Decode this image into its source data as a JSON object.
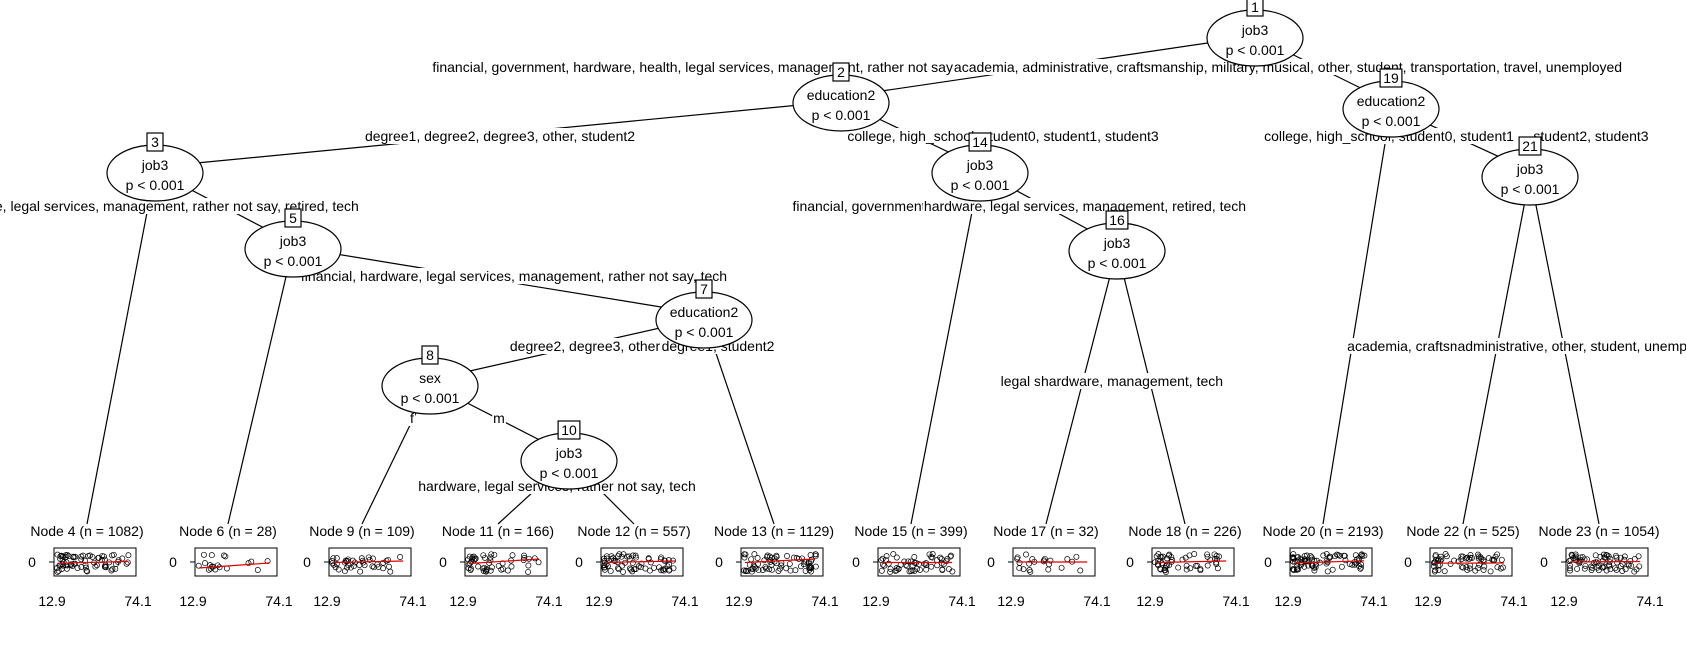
{
  "nodes": [
    {
      "id": "1",
      "variable": "job3",
      "pvalue": "p < 0.001"
    },
    {
      "id": "2",
      "variable": "education2",
      "pvalue": "p < 0.001"
    },
    {
      "id": "3",
      "variable": "job3",
      "pvalue": "p < 0.001"
    },
    {
      "id": "5",
      "variable": "job3",
      "pvalue": "p < 0.001"
    },
    {
      "id": "7",
      "variable": "education2",
      "pvalue": "p < 0.001"
    },
    {
      "id": "8",
      "variable": "sex",
      "pvalue": "p < 0.001"
    },
    {
      "id": "10",
      "variable": "job3",
      "pvalue": "p < 0.001"
    },
    {
      "id": "14",
      "variable": "job3",
      "pvalue": "p < 0.001"
    },
    {
      "id": "16",
      "variable": "job3",
      "pvalue": "p < 0.001"
    },
    {
      "id": "19",
      "variable": "education2",
      "pvalue": "p < 0.001"
    },
    {
      "id": "21",
      "variable": "job3",
      "pvalue": "p < 0.001"
    }
  ],
  "edges": [
    {
      "from": "1",
      "to": "2",
      "label": "financial, government, hardware, health, legal services, management, rather not say, retired, tech"
    },
    {
      "from": "1",
      "to": "19",
      "label": "academia, administrative, craftsmanship, military, musical, other, student, transportation, travel, unemployed"
    },
    {
      "from": "2",
      "to": "3",
      "label": "degree1, degree2, degree3, other, student2"
    },
    {
      "from": "2",
      "to": "14",
      "label": "college, high_school, student0, student1, student3"
    },
    {
      "from": "3",
      "to": "4",
      "label": "financial, hardware, legal services, management, rather not say, retired, tech"
    },
    {
      "from": "3",
      "to": "5",
      "label": ""
    },
    {
      "from": "5",
      "to": "6",
      "label": ""
    },
    {
      "from": "5",
      "to": "7",
      "label": "financial, hardware, legal services, management, rather not say, tech"
    },
    {
      "from": "7",
      "to": "8",
      "label": "degree2, degree3, other"
    },
    {
      "from": "7",
      "to": "13",
      "label": "degree1, student2"
    },
    {
      "from": "8",
      "to": "9",
      "label": "f"
    },
    {
      "from": "8",
      "to": "10",
      "label": "m"
    },
    {
      "from": "10",
      "to": "11",
      "label": "hardware, legal services, rather not say, tech"
    },
    {
      "from": "10",
      "to": "12",
      "label": ""
    },
    {
      "from": "14",
      "to": "15",
      "label": "financial, government"
    },
    {
      "from": "14",
      "to": "16",
      "label": "hardware, legal services, management, retired, tech"
    },
    {
      "from": "16",
      "to": "17",
      "label": "legal services"
    },
    {
      "from": "16",
      "to": "18",
      "label": "hardware, management, tech"
    },
    {
      "from": "19",
      "to": "20",
      "label": "college, high_school, student0, student1"
    },
    {
      "from": "19",
      "to": "21",
      "label": "student2, student3"
    },
    {
      "from": "21",
      "to": "22",
      "label": "academia, craftsmanship"
    },
    {
      "from": "21",
      "to": "23",
      "label": "administrative, other, student, unemployed"
    }
  ],
  "terminals": [
    {
      "id": "4",
      "title": "Node 4 (n = 1082)",
      "density": 0.9,
      "trend": [
        0.12,
        0.05
      ]
    },
    {
      "id": "6",
      "title": "Node 6 (n = 28)",
      "density": 0.15,
      "trend": [
        0.6,
        -0.1
      ]
    },
    {
      "id": "9",
      "title": "Node 9 (n = 109)",
      "density": 0.45,
      "trend": [
        0.05,
        0.1
      ]
    },
    {
      "id": "11",
      "title": "Node 11 (n = 166)",
      "density": 0.55,
      "trend": [
        0.15,
        0.3
      ]
    },
    {
      "id": "12",
      "title": "Node 12 (n = 557)",
      "density": 0.8,
      "trend": [
        0.05,
        0.1
      ]
    },
    {
      "id": "13",
      "title": "Node 13 (n = 1129)",
      "density": 0.9,
      "trend": [
        0.05,
        0.3
      ]
    },
    {
      "id": "15",
      "title": "Node 15 (n = 399)",
      "density": 0.7,
      "trend": [
        0.05,
        -0.05
      ]
    },
    {
      "id": "17",
      "title": "Node 17 (n = 32)",
      "density": 0.2,
      "trend": [
        0.0,
        0.0
      ]
    },
    {
      "id": "18",
      "title": "Node 18 (n = 226)",
      "density": 0.6,
      "trend": [
        0.05,
        0.1
      ]
    },
    {
      "id": "20",
      "title": "Node 20 (n = 2193)",
      "density": 1.0,
      "trend": [
        0.1,
        0.12
      ]
    },
    {
      "id": "22",
      "title": "Node 22 (n = 525)",
      "density": 0.75,
      "trend": [
        0.12,
        -0.1
      ]
    },
    {
      "id": "23",
      "title": "Node 23 (n = 1054)",
      "density": 0.9,
      "trend": [
        0.0,
        0.05
      ]
    }
  ],
  "axis": {
    "y_tick": "0",
    "x_min": "12.9",
    "x_max": "74.1"
  },
  "colors": {
    "line": "#000000",
    "trend": "#e00000"
  }
}
